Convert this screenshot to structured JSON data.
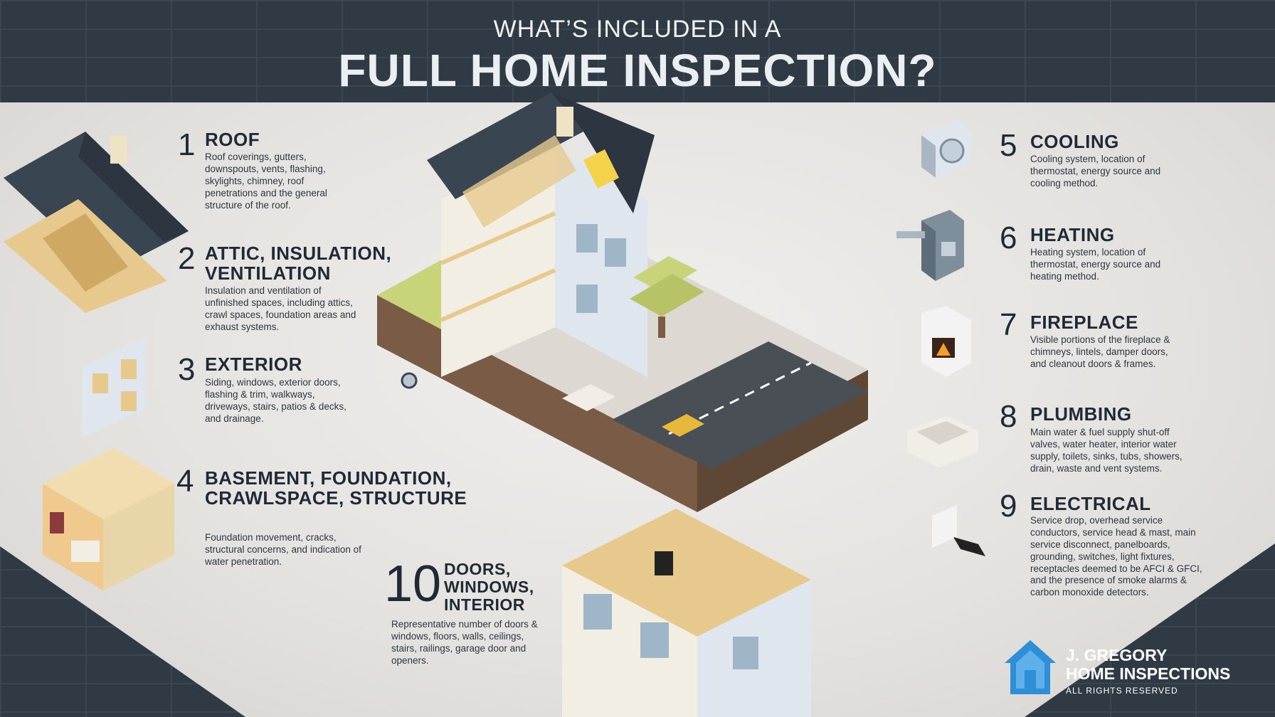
{
  "header": {
    "pre_title": "WHAT’S INCLUDED IN A",
    "main_title": "FULL HOME INSPECTION?"
  },
  "items": [
    {
      "number": "1",
      "title": "ROOF",
      "description": "Roof coverings, gutters, downspouts, vents, flashing, skylights, chimney, roof penetrations and the general structure of the roof.",
      "icon": "roof-icon"
    },
    {
      "number": "2",
      "title": "ATTIC, INSULATION, VENTILATION",
      "description": "Insulation and ventilation of unfinished spaces, including attics, crawl spaces, foundation areas and exhaust systems.",
      "icon": "attic-icon"
    },
    {
      "number": "3",
      "title": "EXTERIOR",
      "description": "Siding, windows, exterior doors, flashing & trim, walkways, driveways, stairs, patios & decks, and drainage.",
      "icon": "exterior-wall-icon"
    },
    {
      "number": "4",
      "title": "BASEMENT, FOUNDATION, CRAWLSPACE, STRUCTURE",
      "description": "Foundation movement, cracks, structural concerns, and indication of water penetration.",
      "icon": "basement-icon"
    },
    {
      "number": "5",
      "title": "COOLING",
      "description": "Cooling system, location of thermostat, energy source and cooling method.",
      "icon": "ac-unit-icon"
    },
    {
      "number": "6",
      "title": "HEATING",
      "description": "Heating system, location of thermostat, energy source and heating method.",
      "icon": "furnace-icon"
    },
    {
      "number": "7",
      "title": "FIREPLACE",
      "description": "Visible portions of the fireplace & chimneys, lintels, damper doors, and cleanout doors & frames.",
      "icon": "fireplace-icon"
    },
    {
      "number": "8",
      "title": "PLUMBING",
      "description": "Main water & fuel supply shut-off valves, water heater, interior water supply, toilets, sinks, tubs, showers, drain, waste and vent systems.",
      "icon": "bathtub-icon"
    },
    {
      "number": "9",
      "title": "ELECTRICAL",
      "description": "Service drop, overhead service conductors, service head & mast, main service disconnect, panelboards, grounding, switches, light fixtures, receptacles deemed to be AFCI & GFCI, and the presence of smoke alarms & carbon monoxide detectors.",
      "icon": "outlet-plug-icon"
    },
    {
      "number": "10",
      "title": "DOORS, WINDOWS, INTERIOR",
      "description": "Representative number of doors & windows, floors, walls, ceilings, stairs, railings, garage door and openers.",
      "icon": "house-interior-icon"
    }
  ],
  "brand": {
    "line1": "J. GREGORY",
    "line2": "HOME INSPECTIONS",
    "rights": "ALL RIGHTS RESERVED",
    "icon": "house-logo-icon",
    "color": "#2f8fd6"
  },
  "colors": {
    "dark_navy": "#1f2a36",
    "brick": "#2f3a45",
    "roof": "#3a4552",
    "wood": "#e7c98e",
    "grass": "#c9d47a",
    "soil": "#7a5c46"
  }
}
